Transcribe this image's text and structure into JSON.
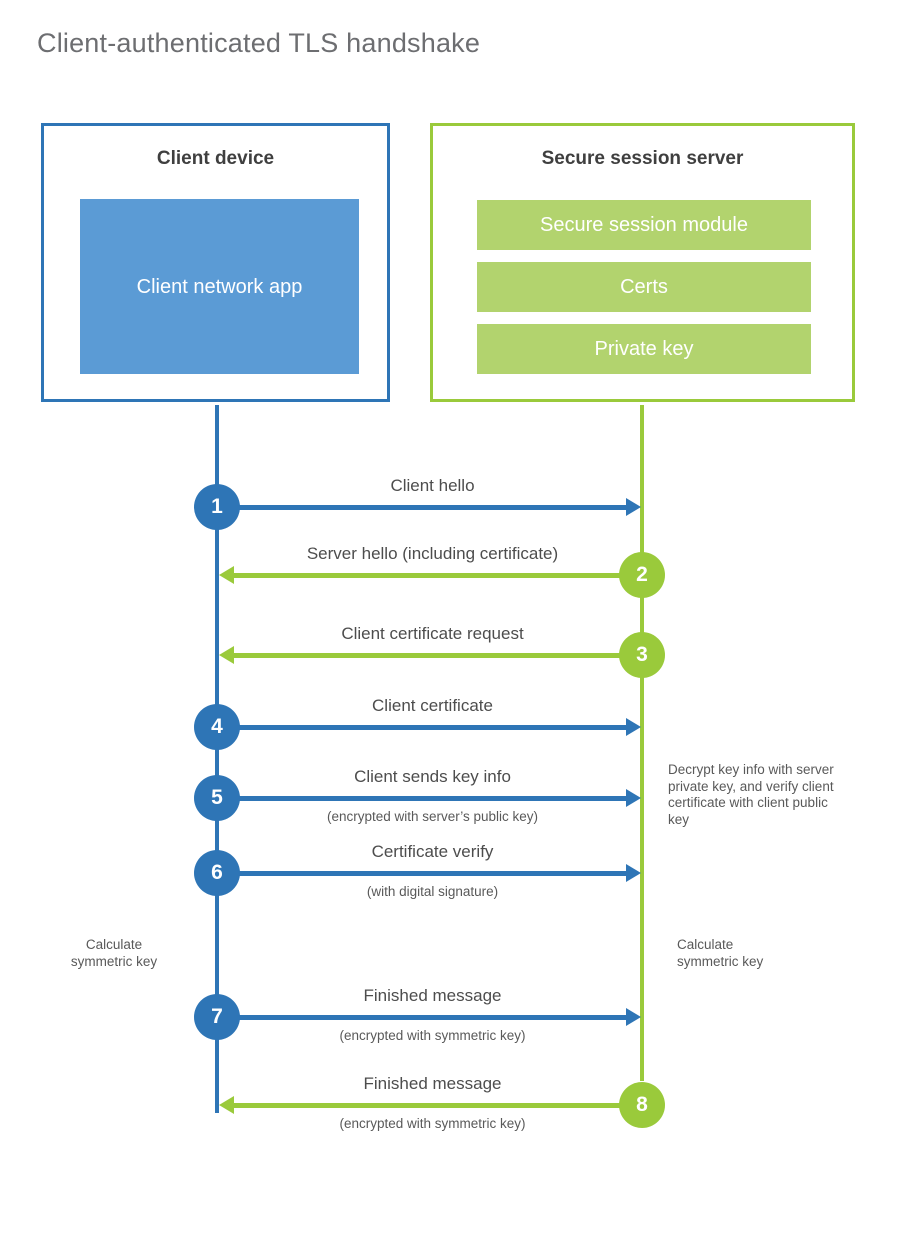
{
  "title": "Client-authenticated TLS handshake",
  "colors": {
    "client_accent": "#2e75b6",
    "client_fill": "#5b9bd5",
    "server_accent": "#9aca3b",
    "server_fill": "#b2d36e"
  },
  "client": {
    "title": "Client device",
    "app_label": "Client network app"
  },
  "server": {
    "title": "Secure session server",
    "modules": [
      "Secure session module",
      "Certs",
      "Private key"
    ]
  },
  "steps": [
    {
      "num": "1",
      "label": "Client hello",
      "sub": "",
      "from": "client"
    },
    {
      "num": "2",
      "label": "Server hello (including certificate)",
      "sub": "",
      "from": "server"
    },
    {
      "num": "3",
      "label": "Client certificate request",
      "sub": "",
      "from": "server"
    },
    {
      "num": "4",
      "label": "Client certificate",
      "sub": "",
      "from": "client"
    },
    {
      "num": "5",
      "label": "Client sends key info",
      "sub": "(encrypted with server’s public key)",
      "from": "client"
    },
    {
      "num": "6",
      "label": "Certificate verify",
      "sub": "(with digital signature)",
      "from": "client"
    },
    {
      "num": "7",
      "label": "Finished message",
      "sub": "(encrypted with symmetric key)",
      "from": "client"
    },
    {
      "num": "8",
      "label": "Finished message",
      "sub": "(encrypted with symmetric key)",
      "from": "server"
    }
  ],
  "annotations": {
    "client_calculate": "Calculate symmetric key",
    "server_calculate": "Calculate symmetric key",
    "server_decrypt": "Decrypt key info with server private key, and verify client certificate with client public key"
  }
}
